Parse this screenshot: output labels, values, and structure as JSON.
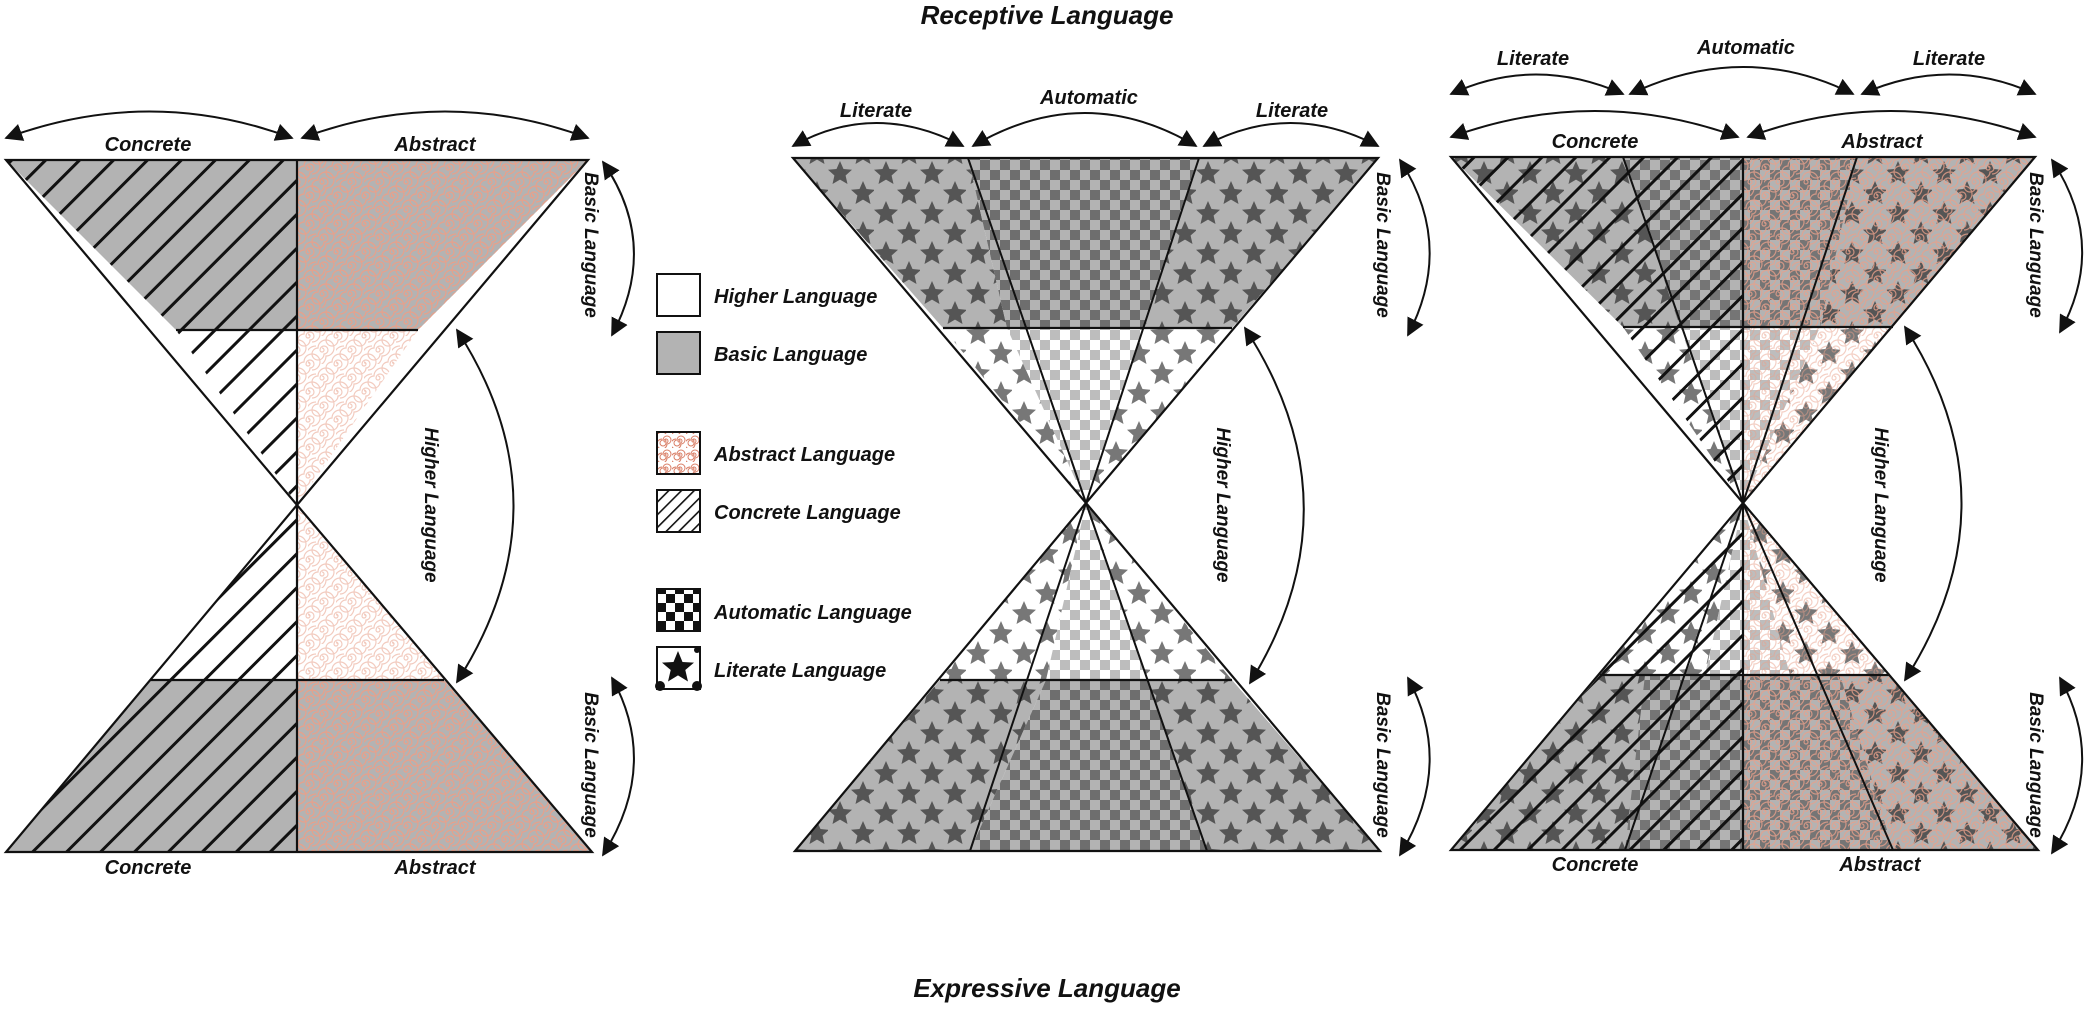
{
  "titles": {
    "top": "Receptive Language",
    "bottom": "Expressive Language"
  },
  "labels": {
    "concrete": "Concrete",
    "abstract": "Abstract",
    "literate": "Literate",
    "automatic": "Automatic",
    "basic_language": "Basic Language",
    "higher_language": "Higher Language"
  },
  "legend": [
    {
      "label": "Higher Language",
      "swatch": "higher",
      "icon": "white-square-icon"
    },
    {
      "label": "Basic Language",
      "swatch": "basic",
      "icon": "gray-square-icon"
    },
    {
      "label": "Abstract Language",
      "swatch": "abstract",
      "icon": "spiral-pattern-icon"
    },
    {
      "label": "Concrete Language",
      "swatch": "concrete",
      "icon": "hatch-pattern-icon"
    },
    {
      "label": "Automatic Language",
      "swatch": "automatic",
      "icon": "checker-pattern-icon"
    },
    {
      "label": "Literate Language",
      "swatch": "literate",
      "icon": "star-pattern-icon"
    }
  ],
  "colors": {
    "basic_gray": "#b3b3b3",
    "higher_white": "#ffffff",
    "spiral_red": "#e8a08a",
    "hatch_black": "#111111",
    "checker_dark": "#6e6e6e",
    "star_dark": "#555555",
    "outline": "#111111"
  }
}
